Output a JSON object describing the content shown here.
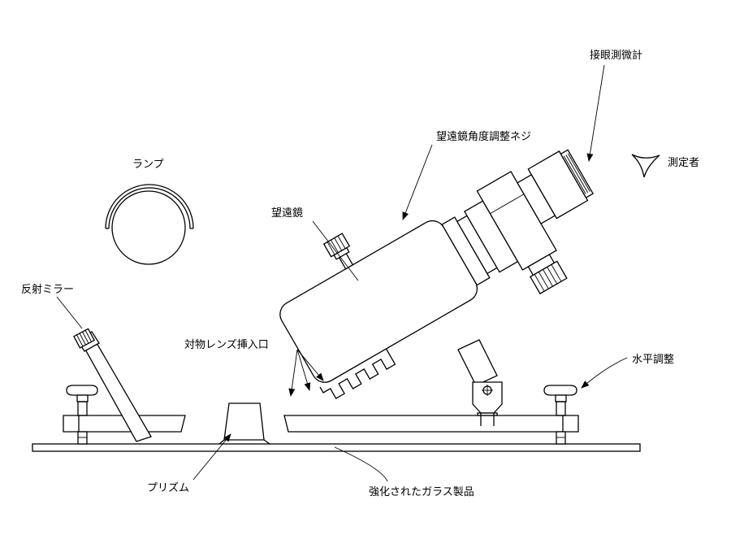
{
  "labels": {
    "eyepiece_micrometer": "接眼測微計",
    "observer": "測定者",
    "telescope_angle_screw": "望遠鏡角度調整ネジ",
    "lamp": "ランプ",
    "telescope": "望遠鏡",
    "reflecting_mirror": "反射ミラー",
    "objective_lens_slot": "対物レンズ挿入口",
    "leveling": "水平調整",
    "prism": "プリズム",
    "glass_product": "強化されたガラス製品"
  }
}
